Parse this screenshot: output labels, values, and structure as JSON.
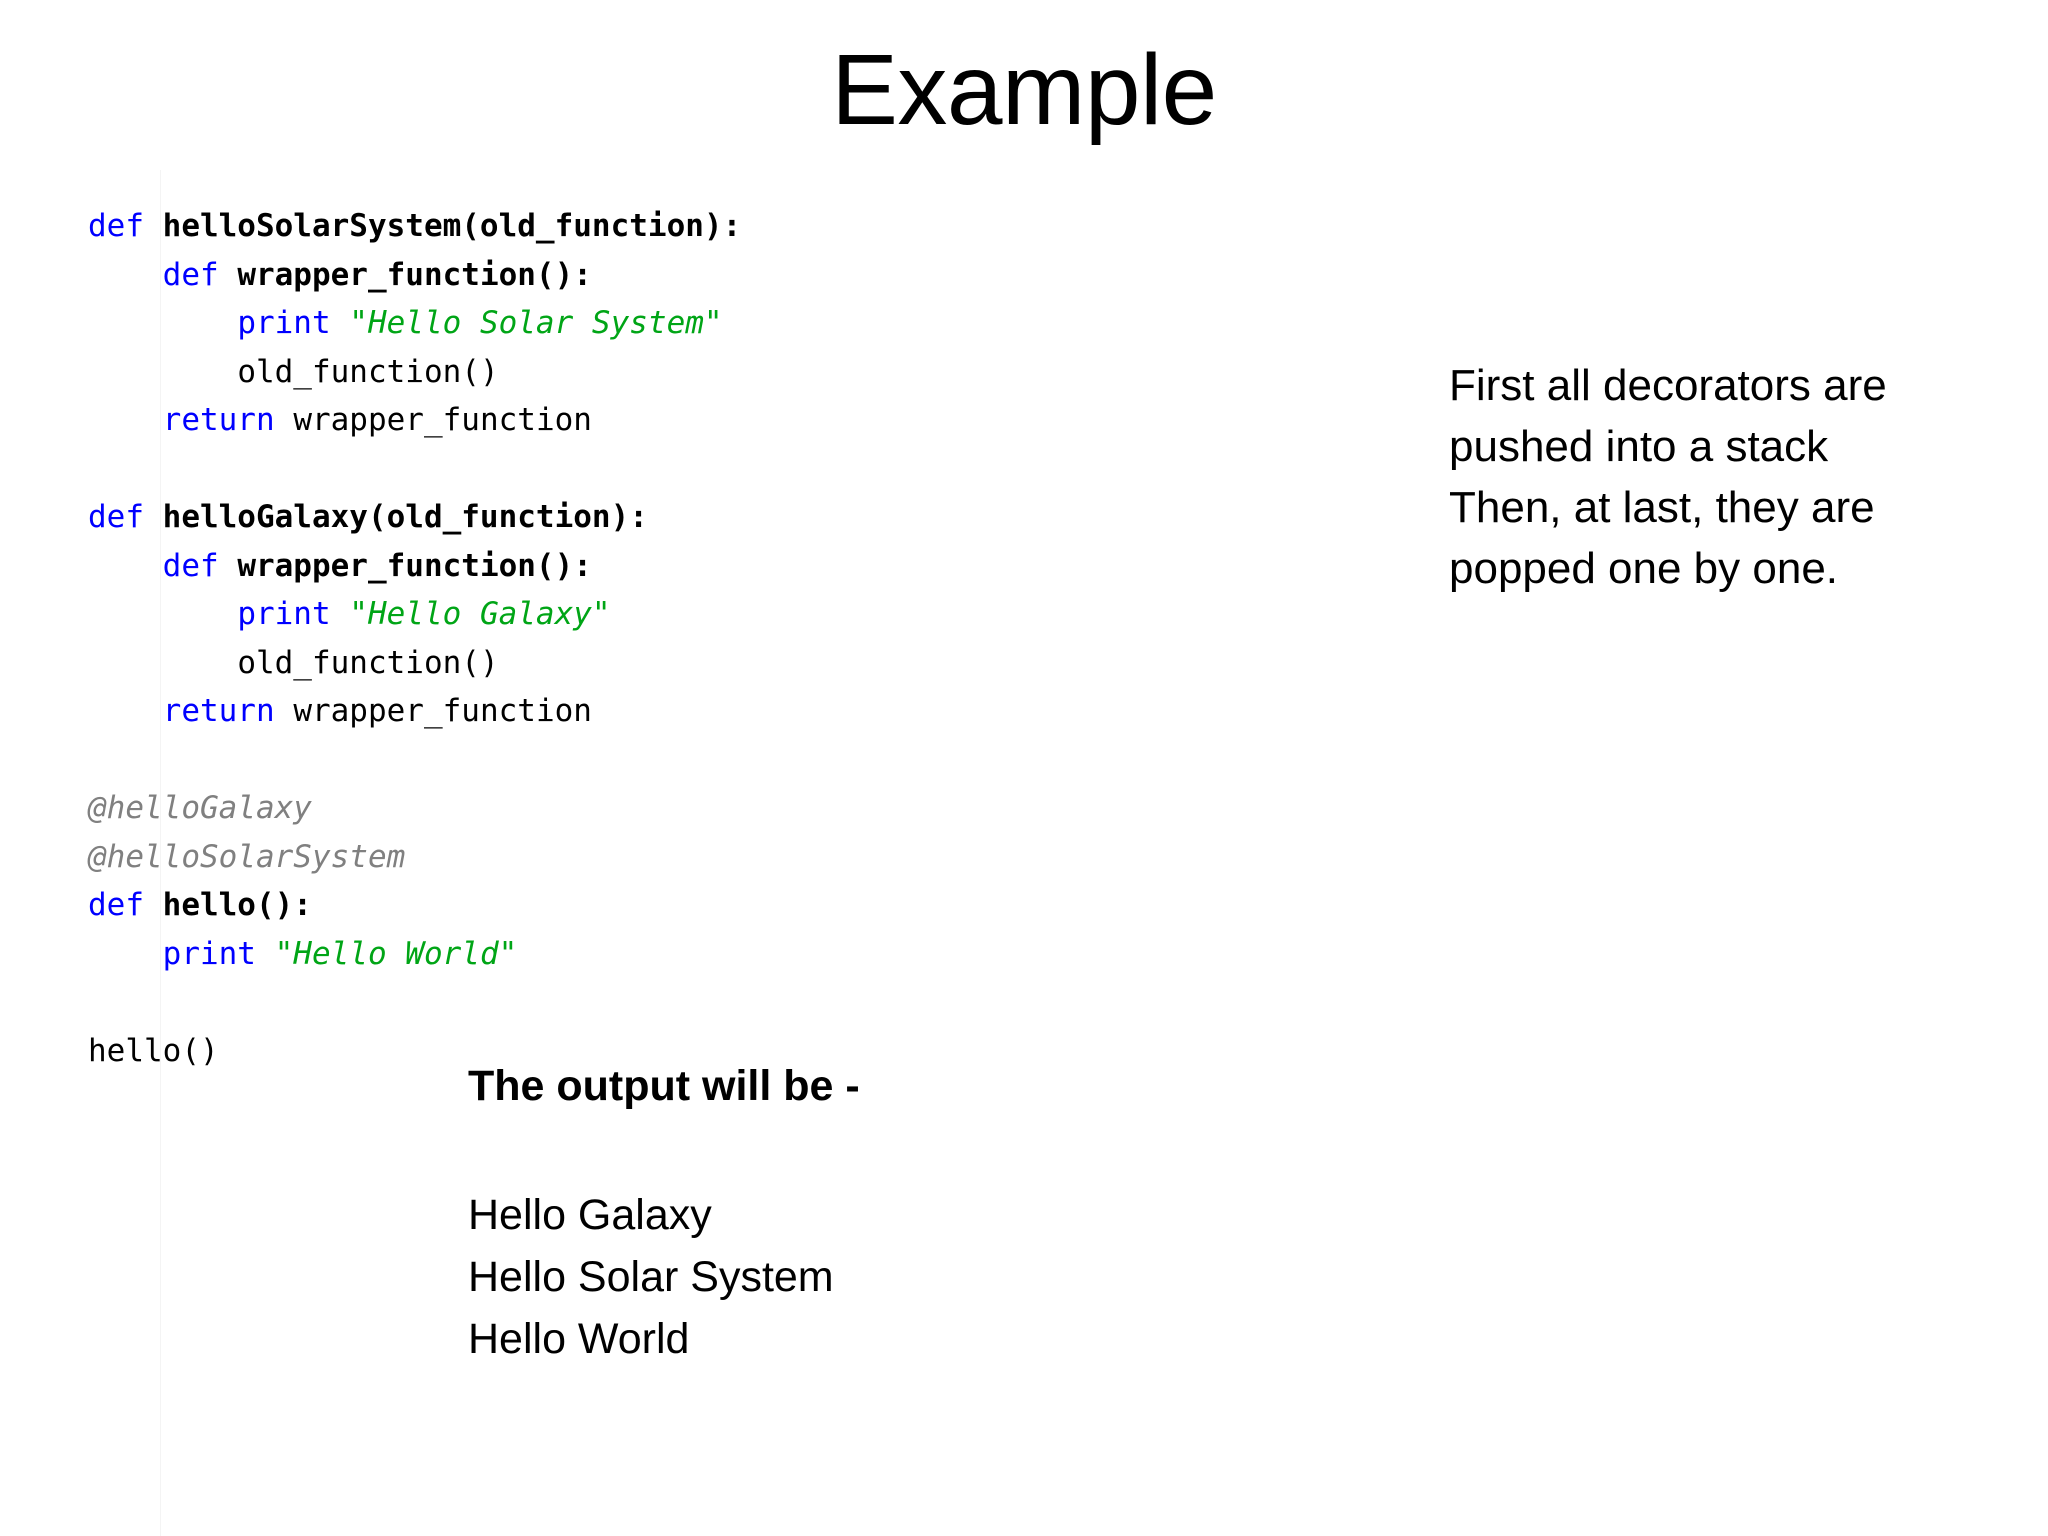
{
  "slide": {
    "title": "Example"
  },
  "code": {
    "lines": [
      {
        "indent": 0,
        "tokens": [
          {
            "text": "def ",
            "style": "kw"
          },
          {
            "text": "helloSolarSystem(old_function):",
            "style": "fname"
          }
        ]
      },
      {
        "indent": 1,
        "tokens": [
          {
            "text": "def ",
            "style": "kw"
          },
          {
            "text": "wrapper_function():",
            "style": "fname"
          }
        ]
      },
      {
        "indent": 2,
        "tokens": [
          {
            "text": "print ",
            "style": "kw"
          },
          {
            "text": "\"Hello Solar System\"",
            "style": "str"
          }
        ]
      },
      {
        "indent": 2,
        "tokens": [
          {
            "text": "old_function()",
            "style": "plain"
          }
        ]
      },
      {
        "indent": 1,
        "tokens": [
          {
            "text": "return ",
            "style": "kw"
          },
          {
            "text": "wrapper_function",
            "style": "plain"
          }
        ]
      },
      {
        "indent": 0,
        "tokens": []
      },
      {
        "indent": 0,
        "tokens": [
          {
            "text": "def ",
            "style": "kw"
          },
          {
            "text": "helloGalaxy(old_function):",
            "style": "fname"
          }
        ]
      },
      {
        "indent": 1,
        "tokens": [
          {
            "text": "def ",
            "style": "kw"
          },
          {
            "text": "wrapper_function():",
            "style": "fname"
          }
        ]
      },
      {
        "indent": 2,
        "tokens": [
          {
            "text": "print ",
            "style": "kw"
          },
          {
            "text": "\"Hello Galaxy\"",
            "style": "str"
          }
        ]
      },
      {
        "indent": 2,
        "tokens": [
          {
            "text": "old_function()",
            "style": "plain"
          }
        ]
      },
      {
        "indent": 1,
        "tokens": [
          {
            "text": "return ",
            "style": "kw"
          },
          {
            "text": "wrapper_function",
            "style": "plain"
          }
        ]
      },
      {
        "indent": 0,
        "tokens": []
      },
      {
        "indent": 0,
        "tokens": [
          {
            "text": "@helloGalaxy",
            "style": "deco"
          }
        ]
      },
      {
        "indent": 0,
        "tokens": [
          {
            "text": "@helloSolarSystem",
            "style": "deco"
          }
        ]
      },
      {
        "indent": 0,
        "tokens": [
          {
            "text": "def ",
            "style": "kw"
          },
          {
            "text": "hello():",
            "style": "fname"
          }
        ]
      },
      {
        "indent": 1,
        "tokens": [
          {
            "text": "print ",
            "style": "kw"
          },
          {
            "text": "\"Hello World\"",
            "style": "str"
          }
        ]
      },
      {
        "indent": 0,
        "tokens": []
      },
      {
        "indent": 0,
        "tokens": [
          {
            "text": "hello()",
            "style": "plain"
          }
        ]
      }
    ]
  },
  "note": {
    "lines": [
      "First all decorators are",
      "pushed into a stack",
      "Then, at last, they are",
      "popped one by one."
    ]
  },
  "output": {
    "heading": "The output will be -",
    "lines": [
      "Hello Galaxy",
      "Hello Solar System",
      "Hello World"
    ]
  },
  "colors": {
    "keyword": "#0000ff",
    "string": "#00a516",
    "decorator": "#808080",
    "text": "#000000",
    "background": "#ffffff"
  }
}
